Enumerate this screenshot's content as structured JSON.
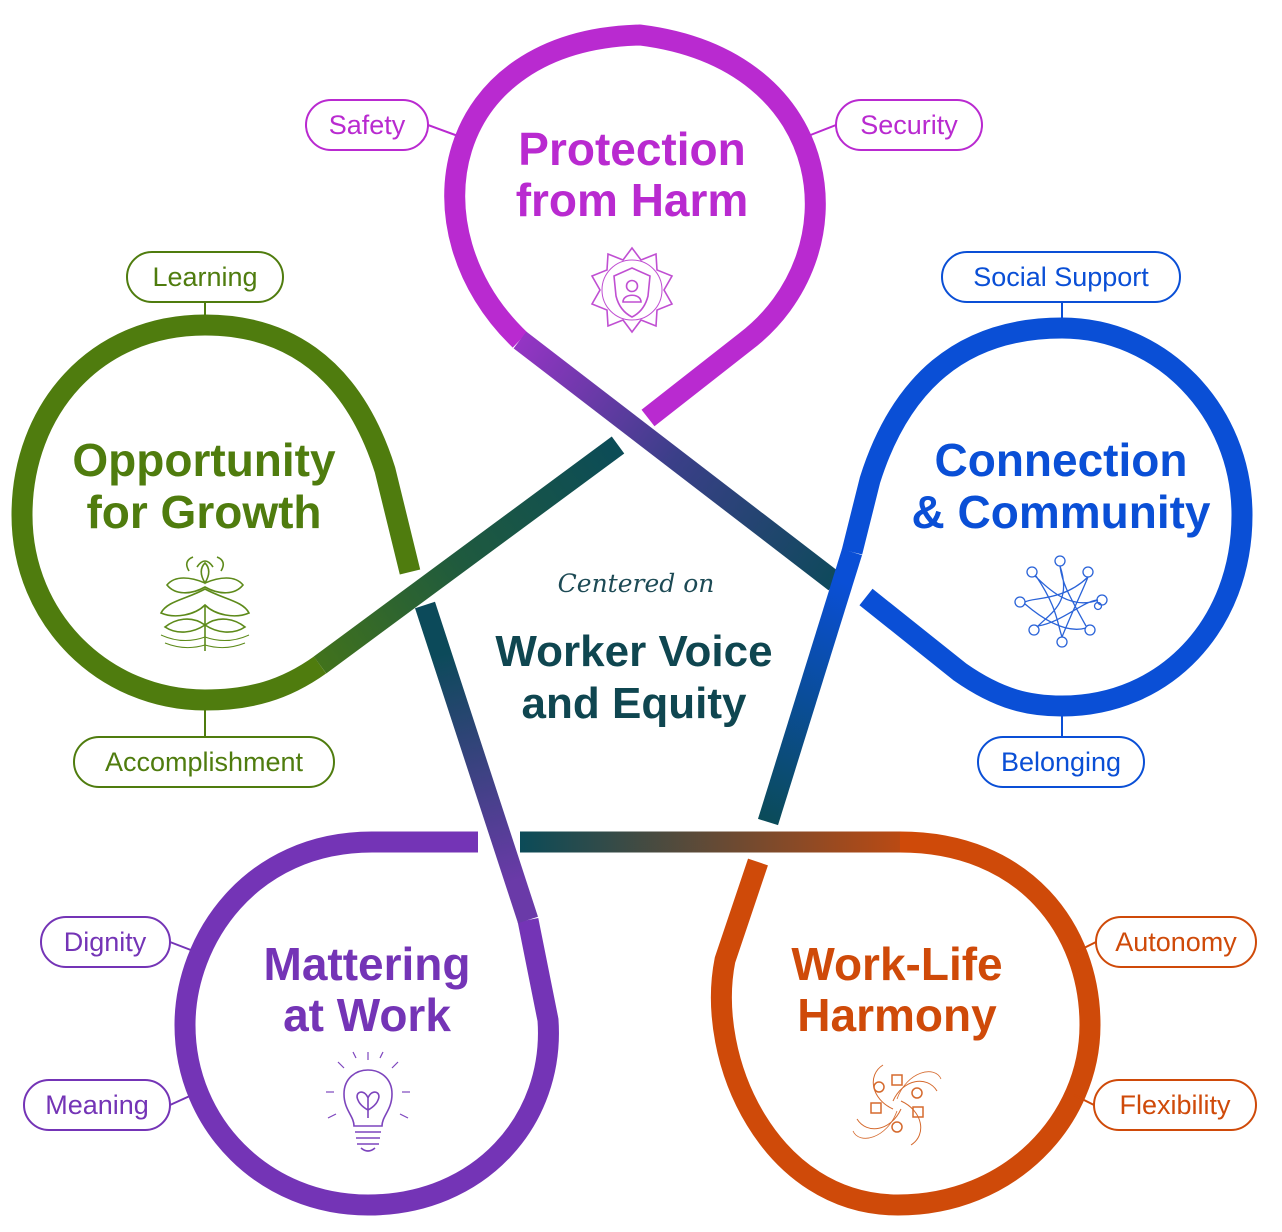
{
  "center": {
    "subtitle": "Centered on",
    "title_line1": "Worker Voice",
    "title_line2": "and Equity"
  },
  "petals": {
    "protection": {
      "title_line1": "Protection",
      "title_line2": "from Harm",
      "color": "#b92ad0",
      "icon": "shield-person-icon",
      "tags": [
        "Safety",
        "Security"
      ]
    },
    "connection": {
      "title_line1": "Connection",
      "title_line2": "& Community",
      "color": "#0a4fd6",
      "icon": "network-icon",
      "tags": [
        "Social Support",
        "Belonging"
      ]
    },
    "worklife": {
      "title_line1": "Work-Life",
      "title_line2": "Harmony",
      "color": "#cf4a09",
      "icon": "flow-icon",
      "tags": [
        "Autonomy",
        "Flexibility"
      ]
    },
    "mattering": {
      "title_line1": "Mattering",
      "title_line2": "at Work",
      "color": "#7434b6",
      "icon": "lightbulb-heart-icon",
      "tags": [
        "Dignity",
        "Meaning"
      ]
    },
    "opportunity": {
      "title_line1": "Opportunity",
      "title_line2": "for Growth",
      "color": "#4f7c0e",
      "icon": "flower-icon",
      "tags": [
        "Learning",
        "Accomplishment"
      ]
    }
  },
  "colors": {
    "center_teal": "#0b4b58"
  }
}
